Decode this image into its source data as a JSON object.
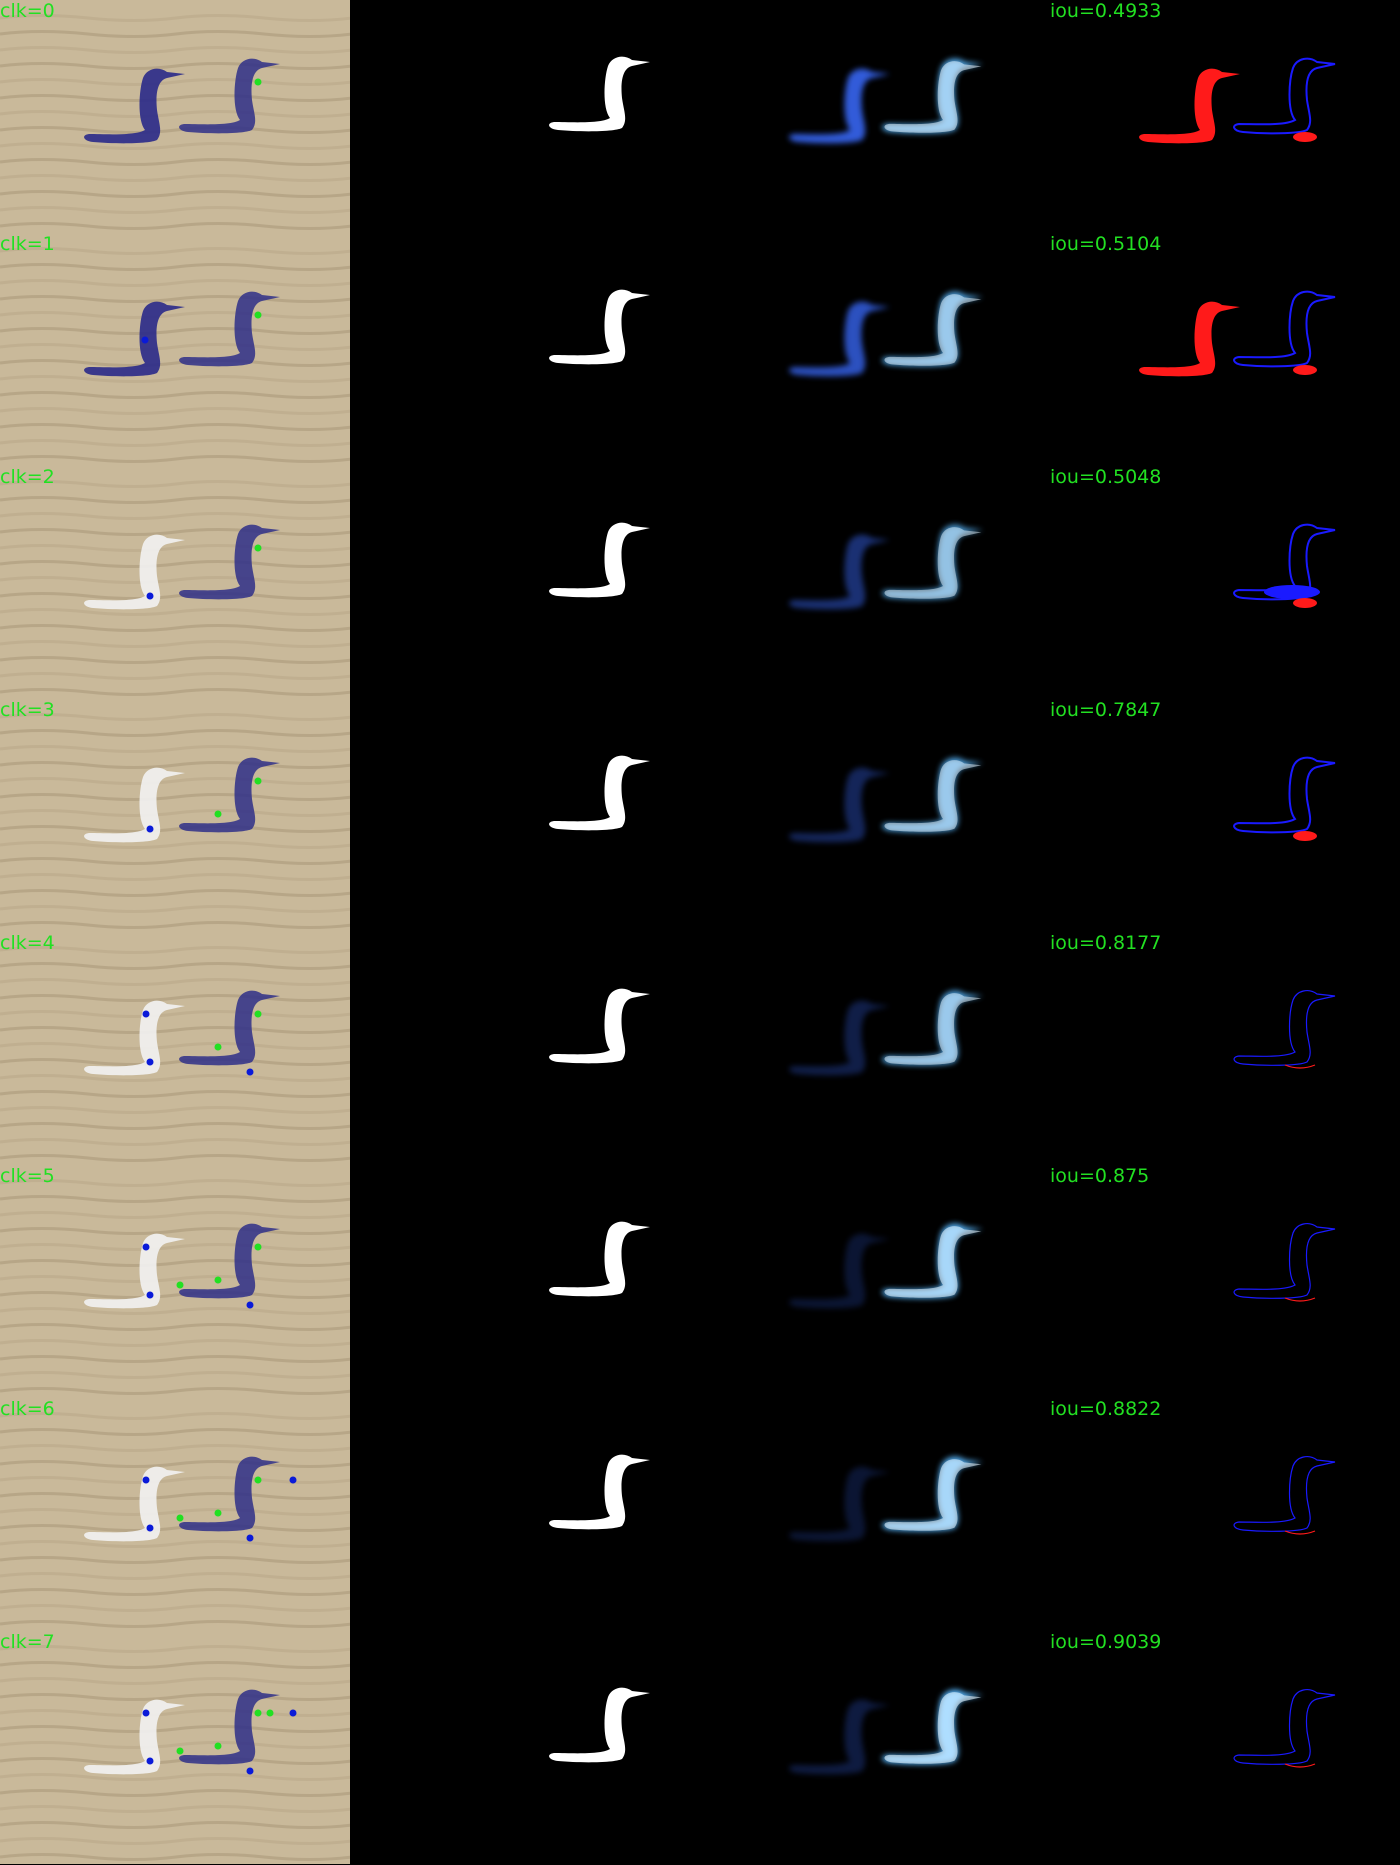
{
  "rows": [
    {
      "clk": "clk=0",
      "iou": "iou=0.4933"
    },
    {
      "clk": "clk=1",
      "iou": "iou=0.5104"
    },
    {
      "clk": "clk=2",
      "iou": "iou=0.5048"
    },
    {
      "clk": "clk=3",
      "iou": "iou=0.7847"
    },
    {
      "clk": "clk=4",
      "iou": "iou=0.8177"
    },
    {
      "clk": "clk=5",
      "iou": "iou=0.875"
    },
    {
      "clk": "clk=6",
      "iou": "iou=0.8822"
    },
    {
      "clk": "clk=7",
      "iou": "iou=0.9039"
    }
  ],
  "colors": {
    "label": "#22e022",
    "positive_click": "#22e022",
    "negative_click": "#0a1ad8",
    "false_positive": "#ff1a1a",
    "false_negative": "#1a1aff",
    "water": "#c9b99a"
  }
}
